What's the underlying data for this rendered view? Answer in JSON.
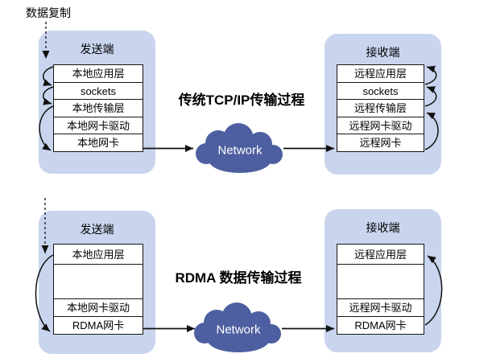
{
  "colors": {
    "panel_fill": "#c9d5ee",
    "cloud_fill": "#4d5fa0",
    "box_border": "#161616",
    "arrow": "#111111"
  },
  "annotations": {
    "data_copy_label": "数据复制"
  },
  "tcp": {
    "title": "传统TCP/IP传输过程",
    "network_label": "Network",
    "sender": {
      "title": "发送端",
      "layers": [
        "本地应用层",
        "sockets",
        "本地传输层",
        "本地网卡驱动",
        "本地网卡"
      ]
    },
    "receiver": {
      "title": "接收端",
      "layers": [
        "远程应用层",
        "sockets",
        "远程传输层",
        "远程网卡驱动",
        "远程网卡"
      ]
    }
  },
  "rdma": {
    "title": "RDMA 数据传输过程",
    "network_label": "Network",
    "sender": {
      "title": "发送端",
      "layers": [
        "本地应用层",
        "",
        "本地网卡驱动",
        "RDMA网卡"
      ]
    },
    "receiver": {
      "title": "接收端",
      "layers": [
        "远程应用层",
        "",
        "远程网卡驱动",
        "RDMA网卡"
      ]
    }
  }
}
